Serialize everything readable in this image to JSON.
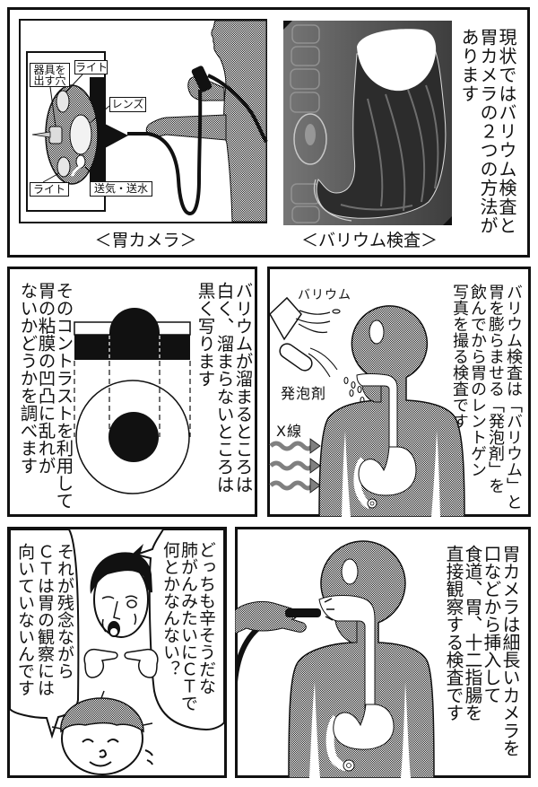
{
  "colors": {
    "ink": "#111111",
    "paper": "#ffffff",
    "halftone_dot": "#222222",
    "xray_base": "#555555"
  },
  "panel1": {
    "narration": [
      "現状ではバリウム検査と",
      "胃カメラの２つの方法が",
      "あります"
    ],
    "gastroscope": {
      "caption": "＜胃カメラ＞",
      "labels": {
        "instrument_port": [
          "器具を",
          "出す穴"
        ],
        "light_top": "ライト",
        "lens": "レンズ",
        "light_bottom": "ライト",
        "air_water": "送気・送水"
      }
    },
    "barium_xray": {
      "caption": "＜バリウム検査＞"
    }
  },
  "panel2": {
    "narration_right": [
      "バリウムが溜まるところは",
      "白く、溜まらないところは",
      "黒く写ります"
    ],
    "narration_left": [
      "そのコントラストを利用して",
      "胃の粘膜の凹凸に乱れが",
      "ないかどうかを調べます"
    ]
  },
  "panel3": {
    "narration": [
      "バリウム検査は「バリウム」と",
      "胃を膨らませる「発泡剤」を",
      "飲んでから胃のレントゲン",
      "写真を撮る検査です"
    ],
    "labels": {
      "barium": "バリウム",
      "foaming_agent": "発泡剤",
      "xray": "X線"
    }
  },
  "panel4": {
    "man_speech": [
      "どっちも辛そうだな",
      "肺がんみたいにＣＴで",
      "何とかなんない？"
    ],
    "child_speech": [
      "それが残念ながら",
      "ＣＴは胃の観察には",
      "向いていないんです"
    ]
  },
  "panel5": {
    "narration": [
      "胃カメラは細長いカメラを",
      "口などから挿入して",
      "食道、胃、十二指腸を",
      "直接観察する検査です"
    ]
  }
}
